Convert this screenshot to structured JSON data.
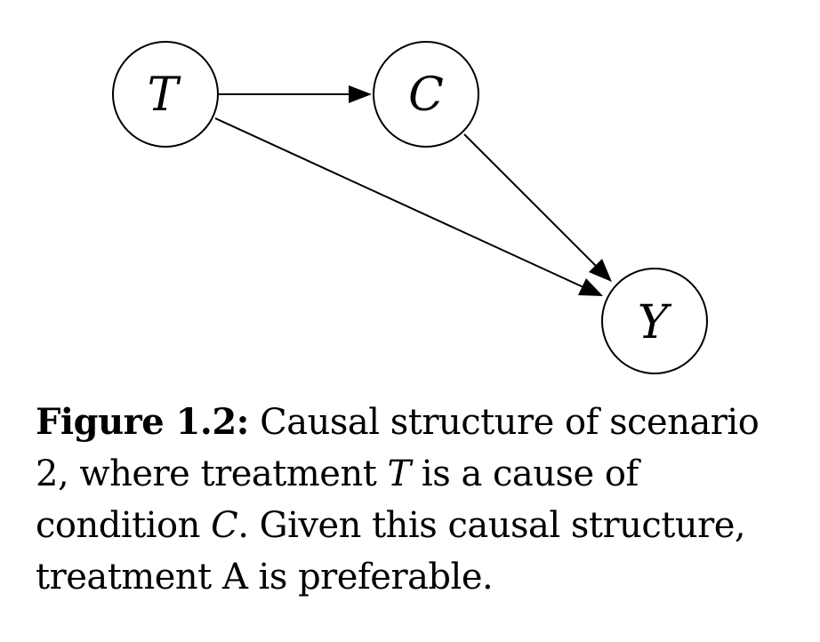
{
  "nodes": [
    {
      "id": "T",
      "label": "T"
    },
    {
      "id": "C",
      "label": "C"
    },
    {
      "id": "Y",
      "label": "Y"
    }
  ],
  "edges": [
    {
      "from": "T",
      "to": "C"
    },
    {
      "from": "T",
      "to": "Y"
    },
    {
      "from": "C",
      "to": "Y"
    }
  ],
  "caption": {
    "label": "Figure 1.2:",
    "text_1": " Causal structure of scenario 2, where treatment ",
    "var_1": "T",
    "text_2": " is a cause of condition ",
    "var_2": "C",
    "text_3": ". Given this causal structure, treatment A is preferable."
  }
}
